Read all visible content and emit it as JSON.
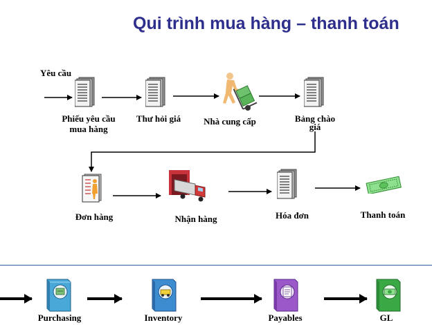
{
  "title": "Qui trình mua hàng – thanh toán",
  "flow": {
    "start_label": "Yêu cầu",
    "steps": [
      {
        "label_line1": "Phiếu yêu cầu",
        "label_line2": "mua hàng",
        "icon": "document-stack-icon"
      },
      {
        "label_line1": "Thư hỏi giá",
        "label_line2": "",
        "icon": "document-stack-icon"
      },
      {
        "label_line1": "Nhà cung cấp",
        "label_line2": "",
        "icon": "hand-truck-worker-icon"
      },
      {
        "label_line1": "Bảng chào",
        "label_line2": "giá",
        "icon": "document-stack-icon"
      },
      {
        "label_line1": "Đơn hàng",
        "label_line2": "",
        "icon": "purchase-order-icon"
      },
      {
        "label_line1": "Nhận hàng",
        "label_line2": "",
        "icon": "delivery-truck-icon"
      },
      {
        "label_line1": "Hóa đơn",
        "label_line2": "",
        "icon": "document-stack-icon"
      },
      {
        "label_line1": "Thanh toán",
        "label_line2": "",
        "icon": "money-bill-icon"
      }
    ]
  },
  "modules": [
    {
      "label": "Purchasing",
      "color": "#4aa8d8",
      "icon": "purchasing-book-icon"
    },
    {
      "label": "Inventory",
      "color": "#3c8ccf",
      "icon": "inventory-book-icon"
    },
    {
      "label": "Payables",
      "color": "#9a58c8",
      "icon": "payables-book-icon"
    },
    {
      "label": "GL",
      "color": "#3aa845",
      "icon": "gl-book-icon"
    }
  ],
  "colors": {
    "title": "#2e2e8c",
    "divider": "#2e5a9c"
  }
}
